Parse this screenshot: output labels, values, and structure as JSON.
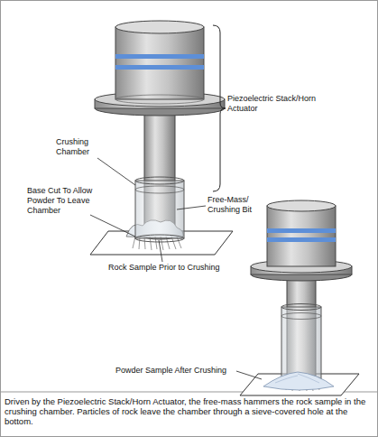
{
  "diagram": {
    "caption": "Driven by the Piezoelectric Stack/Horn Actuator, the free-mass hammers the rock sample in the crushing chamber. Particles of rock leave the chamber through a sieve-covered hole at the bottom.",
    "labels": [
      "Piezoelectric Stack/Horn Actuator",
      "Crushing Chamber",
      "Base Cut To Allow Powder To Leave Chamber",
      "Free-Mass/ Crushing Bit",
      "Rock Sample Prior to Crushing",
      "Powder Sample After Crushing"
    ]
  }
}
